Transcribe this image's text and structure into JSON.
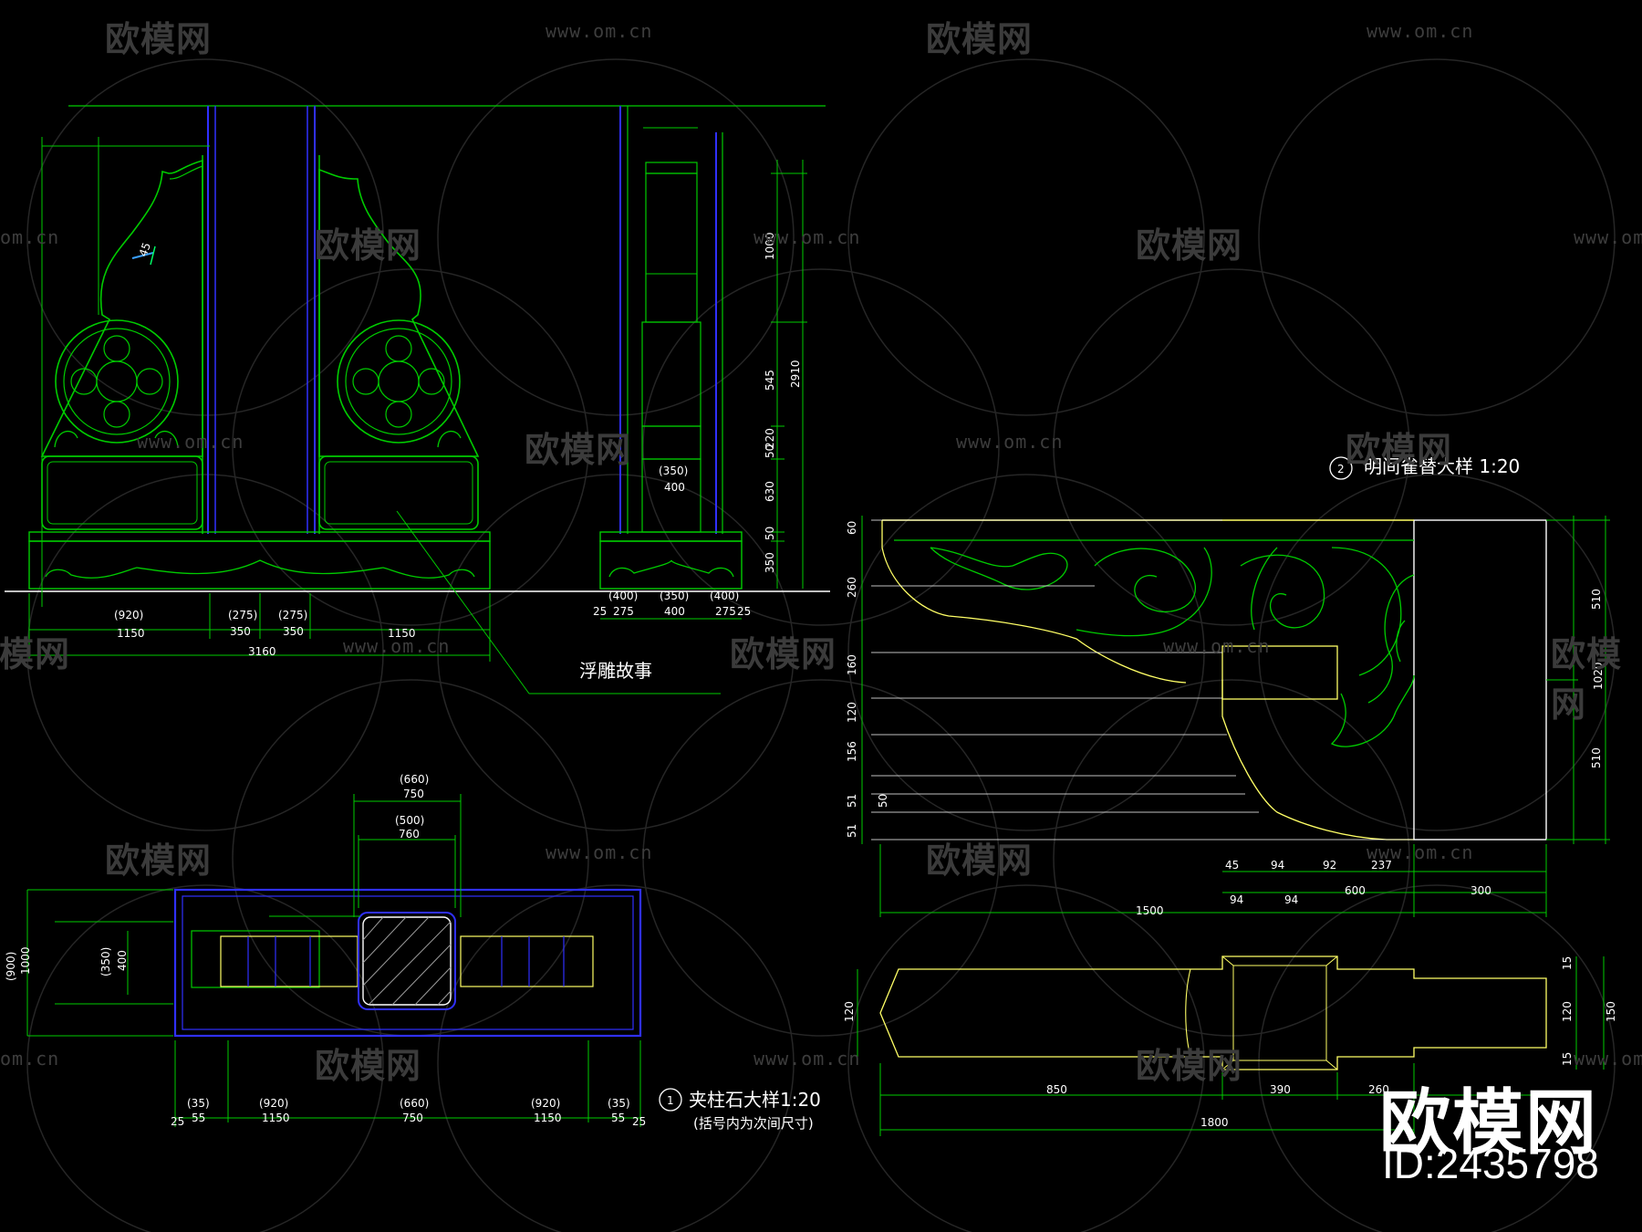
{
  "watermark": {
    "logo_text": "欧模网",
    "url_text": "www.om.cn",
    "url_partial": "om.cn",
    "big_logo": "欧模网",
    "id_text": "ID:2435798"
  },
  "drawing": {
    "relief_note": "浮雕故事",
    "detail1_num": "1",
    "detail1_title": "夹柱石大样1:20",
    "detail1_sub": "(括号内为次间尺寸)",
    "detail2_num": "2",
    "detail2_title": "明间雀替大样 1:20",
    "front_dims": [
      "(920)",
      "1150",
      "(275)",
      "350",
      "(275)",
      "350",
      "1150",
      "3160",
      "45"
    ],
    "side_dims": [
      "(350)",
      "400",
      "(400)",
      "275",
      "(350)",
      "400",
      "(400)",
      "275",
      "25",
      "25",
      "1000",
      "545",
      "2910",
      "220",
      "50",
      "630",
      "50",
      "350"
    ],
    "plan_dims": [
      "(660)",
      "750",
      "(500)",
      "760",
      "(35)",
      "55",
      "(920)",
      "1150",
      "(660)",
      "750",
      "(920)",
      "1150",
      "(35)",
      "55",
      "25",
      "25",
      "(350)",
      "400",
      "(900)",
      "1000"
    ],
    "bracket_dims": [
      "60",
      "260",
      "160",
      "120",
      "156",
      "51",
      "51",
      "50",
      "45",
      "94",
      "92",
      "237",
      "94",
      "94",
      "600",
      "300",
      "1500",
      "510",
      "1020",
      "510"
    ],
    "bracket_plan_dims": [
      "120",
      "850",
      "390",
      "260",
      "1800",
      "15",
      "120",
      "150",
      "15"
    ]
  }
}
